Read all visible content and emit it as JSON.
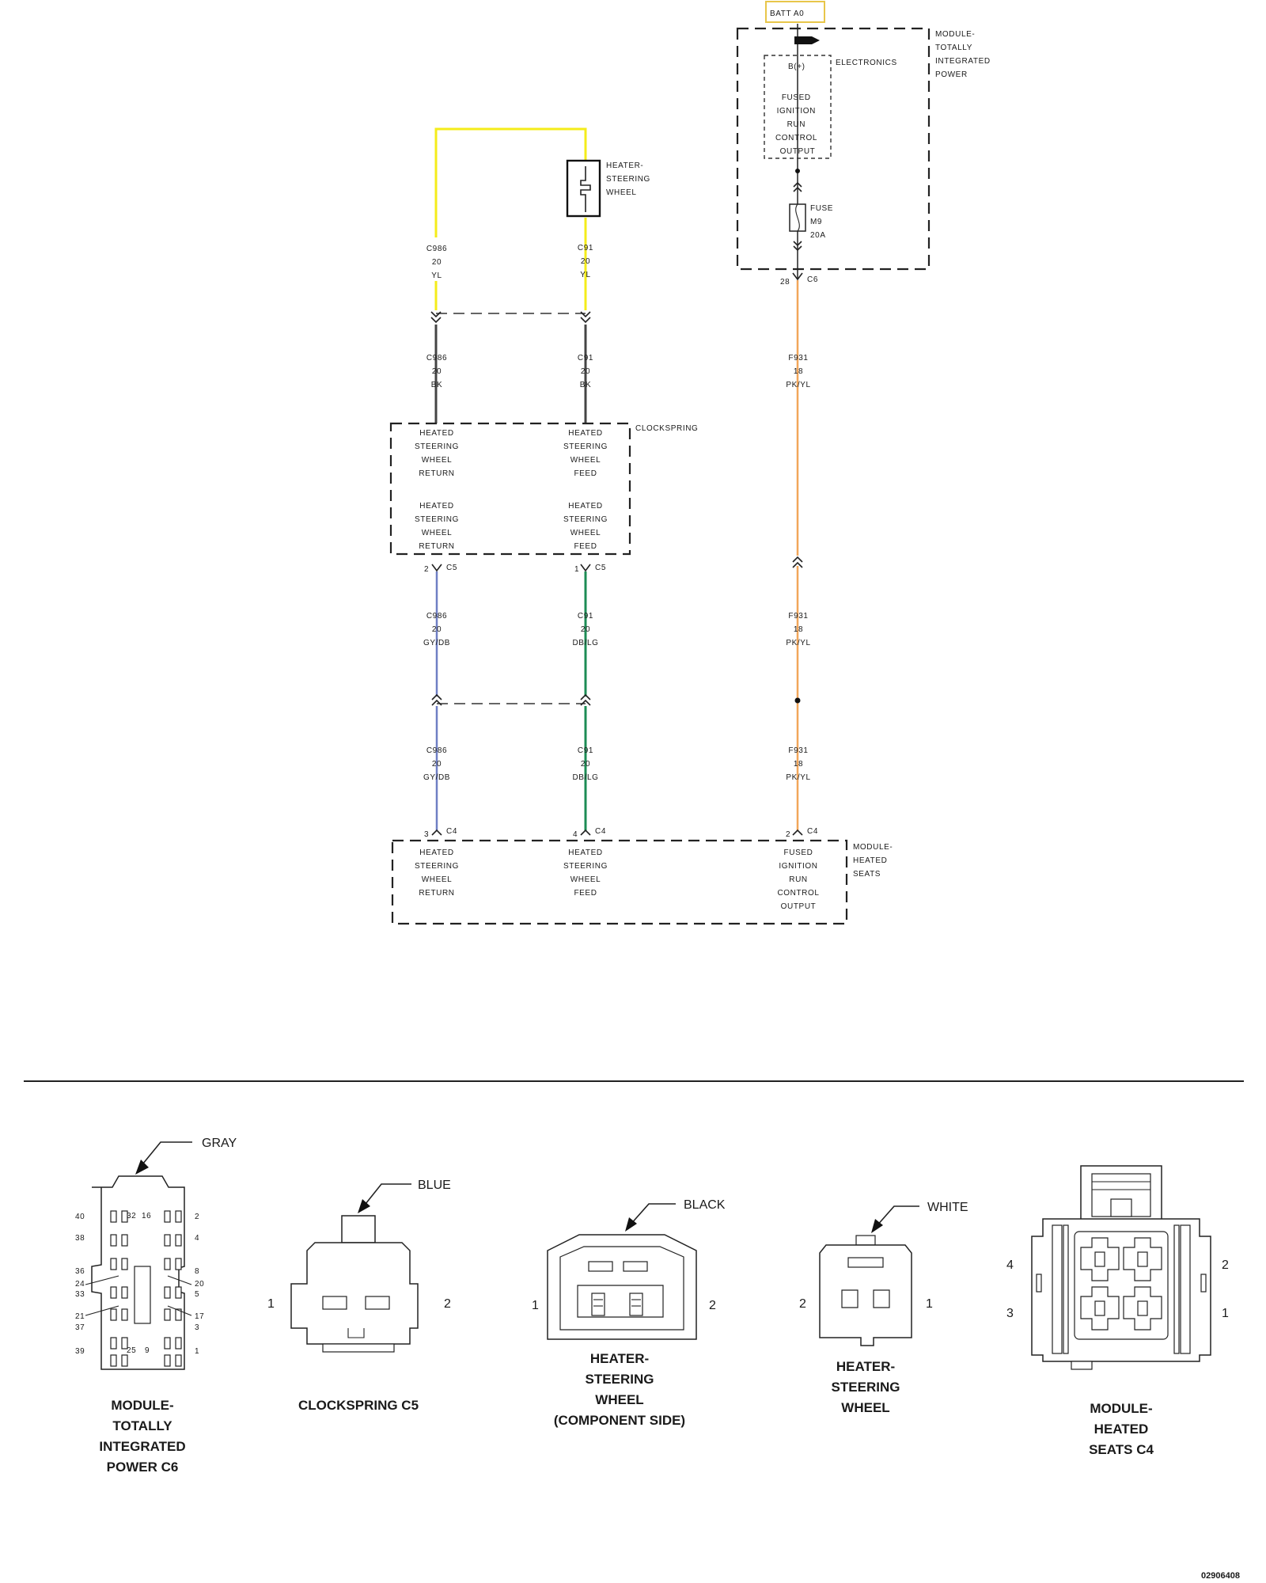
{
  "colors": {
    "yellow": "#f4ec1a",
    "black": "#444444",
    "blue": "#6f7fc4",
    "green": "#1d8c55",
    "orange": "#f2a65a",
    "batt_box": "#e8c64a"
  },
  "labels": {
    "batt": "BATT A0",
    "tipm": [
      "MODULE-",
      "TOTALLY",
      "INTEGRATED",
      "POWER"
    ],
    "electronics": "ELECTRONICS",
    "bplus": "B(+)",
    "tipm_output": [
      "FUSED",
      "IGNITION",
      "RUN",
      "CONTROL",
      "OUTPUT"
    ],
    "fuse": [
      "FUSE",
      "M9",
      "20A"
    ],
    "c6_pin": "28",
    "c6": "C6",
    "heater": [
      "HEATER-",
      "STEERING",
      "WHEEL"
    ],
    "clockspring": "CLOCKSPRING",
    "cs_top_return": [
      "HEATED",
      "STEERING",
      "WHEEL",
      "RETURN"
    ],
    "cs_top_feed": [
      "HEATED",
      "STEERING",
      "WHEEL",
      "FEED"
    ],
    "cs_bot_return": [
      "HEATED",
      "STEERING",
      "WHEEL",
      "RETURN"
    ],
    "cs_bot_feed": [
      "HEATED",
      "STEERING",
      "WHEEL",
      "FEED"
    ],
    "c5_pin_left": "2",
    "c5_left": "C5",
    "c5_pin_right": "1",
    "c5_right": "C5",
    "hs_module": [
      "MODULE-",
      "HEATED",
      "SEATS"
    ],
    "hs_return": [
      "HEATED",
      "STEERING",
      "WHEEL",
      "RETURN"
    ],
    "hs_feed": [
      "HEATED",
      "STEERING",
      "WHEEL",
      "FEED"
    ],
    "hs_output": [
      "FUSED",
      "IGNITION",
      "RUN",
      "CONTROL",
      "OUTPUT"
    ],
    "c4_pin_a": "3",
    "c4_a": "C4",
    "c4_pin_b": "4",
    "c4_b": "C4",
    "c4_pin_c": "2",
    "c4_c": "C4"
  },
  "wires": {
    "w1": [
      "C986",
      "20",
      "YL"
    ],
    "w2": [
      "C91",
      "20",
      "YL"
    ],
    "w3": [
      "C986",
      "20",
      "BK"
    ],
    "w4": [
      "C91",
      "20",
      "BK"
    ],
    "w5": [
      "F931",
      "18",
      "PK/YL"
    ],
    "w6": [
      "C986",
      "20",
      "GY/DB"
    ],
    "w7": [
      "C91",
      "20",
      "DB/LG"
    ],
    "w8": [
      "F931",
      "18",
      "PK/YL"
    ],
    "w9": [
      "C986",
      "20",
      "GY/DB"
    ],
    "w10": [
      "C91",
      "20",
      "DB/LG"
    ],
    "w11": [
      "F931",
      "18",
      "PK/YL"
    ]
  },
  "connectors": {
    "tipm": {
      "color": "GRAY",
      "title": [
        "MODULE-",
        "TOTALLY",
        "INTEGRATED",
        "POWER C6"
      ],
      "pins": [
        "40",
        "32",
        "16",
        "2",
        "38",
        "4",
        "36",
        "8",
        "24",
        "20",
        "33",
        "5",
        "21",
        "17",
        "37",
        "3",
        "39",
        "25",
        "9",
        "1"
      ]
    },
    "clockspring": {
      "color": "BLUE",
      "title": [
        "CLOCKSPRING C5"
      ],
      "pin_left": "1",
      "pin_right": "2"
    },
    "heater_comp": {
      "color": "BLACK",
      "title": [
        "HEATER-",
        "STEERING",
        "WHEEL",
        "(COMPONENT SIDE)"
      ],
      "pin_left": "1",
      "pin_right": "2"
    },
    "heater_wire": {
      "color": "WHITE",
      "title": [
        "HEATER-",
        "STEERING",
        "WHEEL"
      ],
      "pin_left": "2",
      "pin_right": "1"
    },
    "heated_seats": {
      "title": [
        "MODULE-",
        "HEATED",
        "SEATS C4"
      ],
      "pin_tl": "4",
      "pin_bl": "3",
      "pin_tr": "2",
      "pin_br": "1"
    }
  },
  "figure_id": "02906408"
}
